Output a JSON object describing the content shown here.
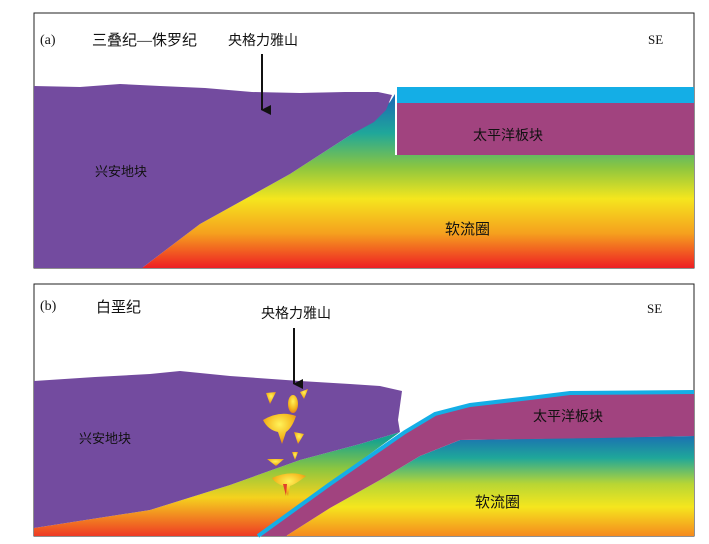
{
  "panel_a": {
    "tag": "(a)",
    "period": "三叠纪—侏罗纪",
    "mountain": "央格力雅山",
    "direction": "SE",
    "continent": "兴安地块",
    "plate": "太平洋板块",
    "asthenosphere": "软流圈"
  },
  "panel_b": {
    "tag": "(b)",
    "period": "白垩纪",
    "mountain": "央格力雅山",
    "direction": "SE",
    "continent": "兴安地块",
    "plate": "太平洋板块",
    "asthenosphere": "软流圈"
  },
  "colors": {
    "continent": "#734b9f",
    "plate": "#a1437f",
    "ocean_crust": "#14aee6",
    "mantle_top": "#1a67b6",
    "mantle_bottom": "#ee1e24"
  }
}
